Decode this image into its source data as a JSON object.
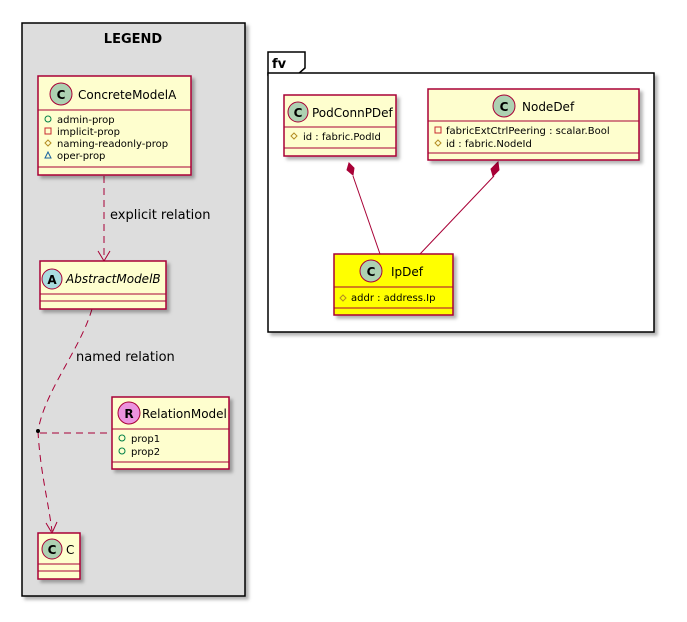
{
  "legend": {
    "title": "LEGEND",
    "background": "#DDDDDD",
    "concrete": {
      "badge": "C",
      "name": "ConcreteModelA",
      "props": [
        "admin-prop",
        "implicit-prop",
        "naming-readonly-prop",
        "oper-prop"
      ],
      "visibility": [
        "public",
        "private",
        "protected",
        "package"
      ]
    },
    "abstract": {
      "badge": "A",
      "name": "AbstractModelB"
    },
    "relation_model": {
      "badge": "R",
      "name": "RelationModel",
      "props": [
        "prop1",
        "prop2"
      ]
    },
    "c_class": {
      "badge": "C",
      "name": "C"
    },
    "explicit_label": "explicit relation",
    "named_label": "named relation"
  },
  "package": {
    "name": "fv",
    "podconn": {
      "badge": "C",
      "name": "PodConnPDef",
      "attrs": [
        "id : fabric.PodId"
      ]
    },
    "nodedef": {
      "badge": "C",
      "name": "NodeDef",
      "attrs": [
        "fabricExtCtrlPeering : scalar.Bool",
        "id : fabric.NodeId"
      ]
    },
    "ipdef": {
      "badge": "C",
      "name": "IpDef",
      "attrs": [
        "addr : address.Ip"
      ],
      "highlight": "#FFFF00"
    }
  },
  "colors": {
    "border": "#A80036",
    "class_fill": "#FEFECE",
    "badge_class": "#ADD1B2",
    "badge_abstract": "#A9DCDF",
    "badge_relation": "#EB93DF"
  }
}
